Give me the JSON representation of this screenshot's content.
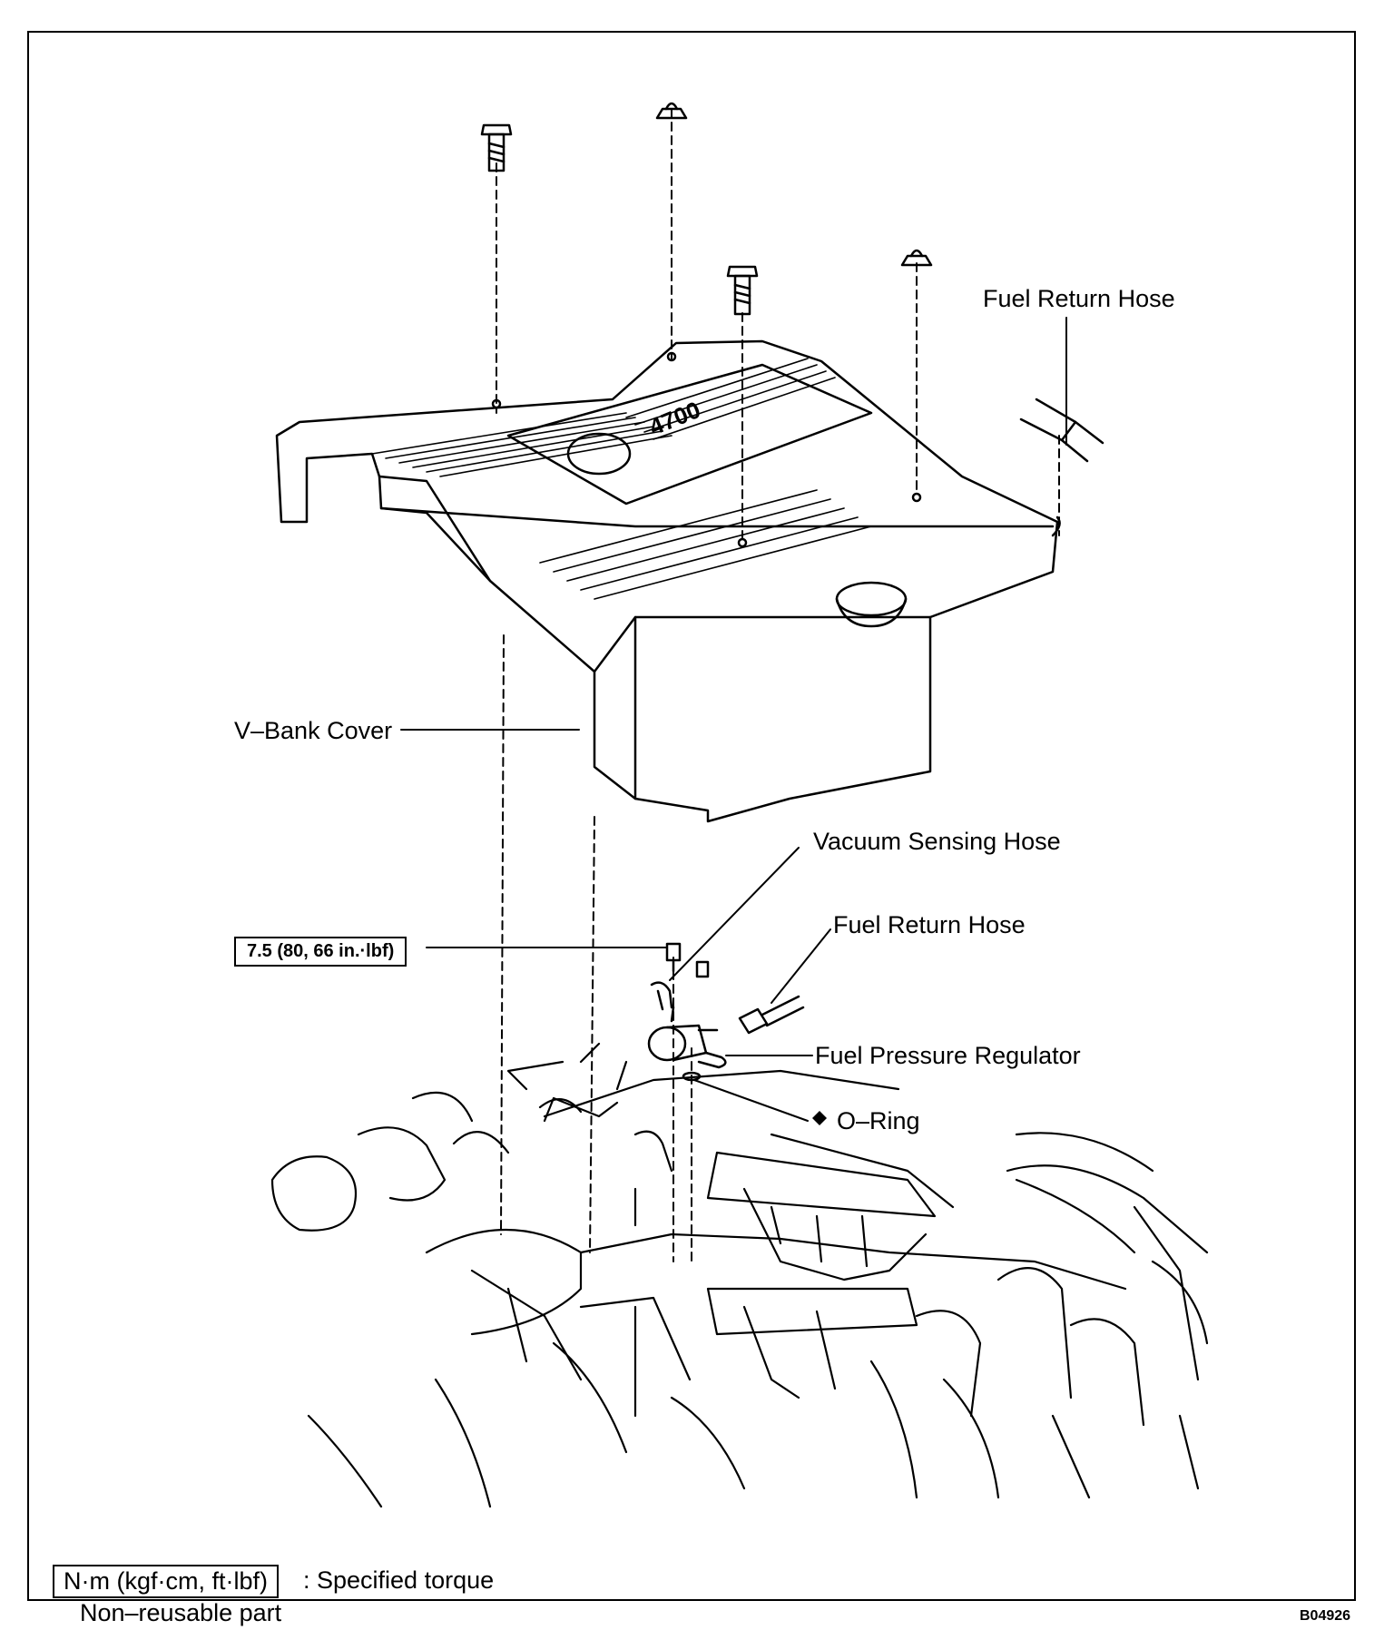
{
  "diagram": {
    "labels": {
      "fuel_return_hose_top": "Fuel Return Hose",
      "v_bank_cover": "V–Bank Cover",
      "vacuum_sensing_hose": "Vacuum Sensing Hose",
      "fuel_return_hose_lower": "Fuel Return Hose",
      "fuel_pressure_regulator": "Fuel Pressure Regulator",
      "o_ring": "O–Ring",
      "cover_badge": "4700"
    },
    "torque_spec": "7.5 (80, 66 in.·lbf)",
    "legend": {
      "torque_box": "N·m (kgf·cm, ft·lbf)",
      "torque_text": ": Specified torque",
      "nonreusable_text": "Non–reusable part"
    },
    "ref_code": "B04926"
  }
}
